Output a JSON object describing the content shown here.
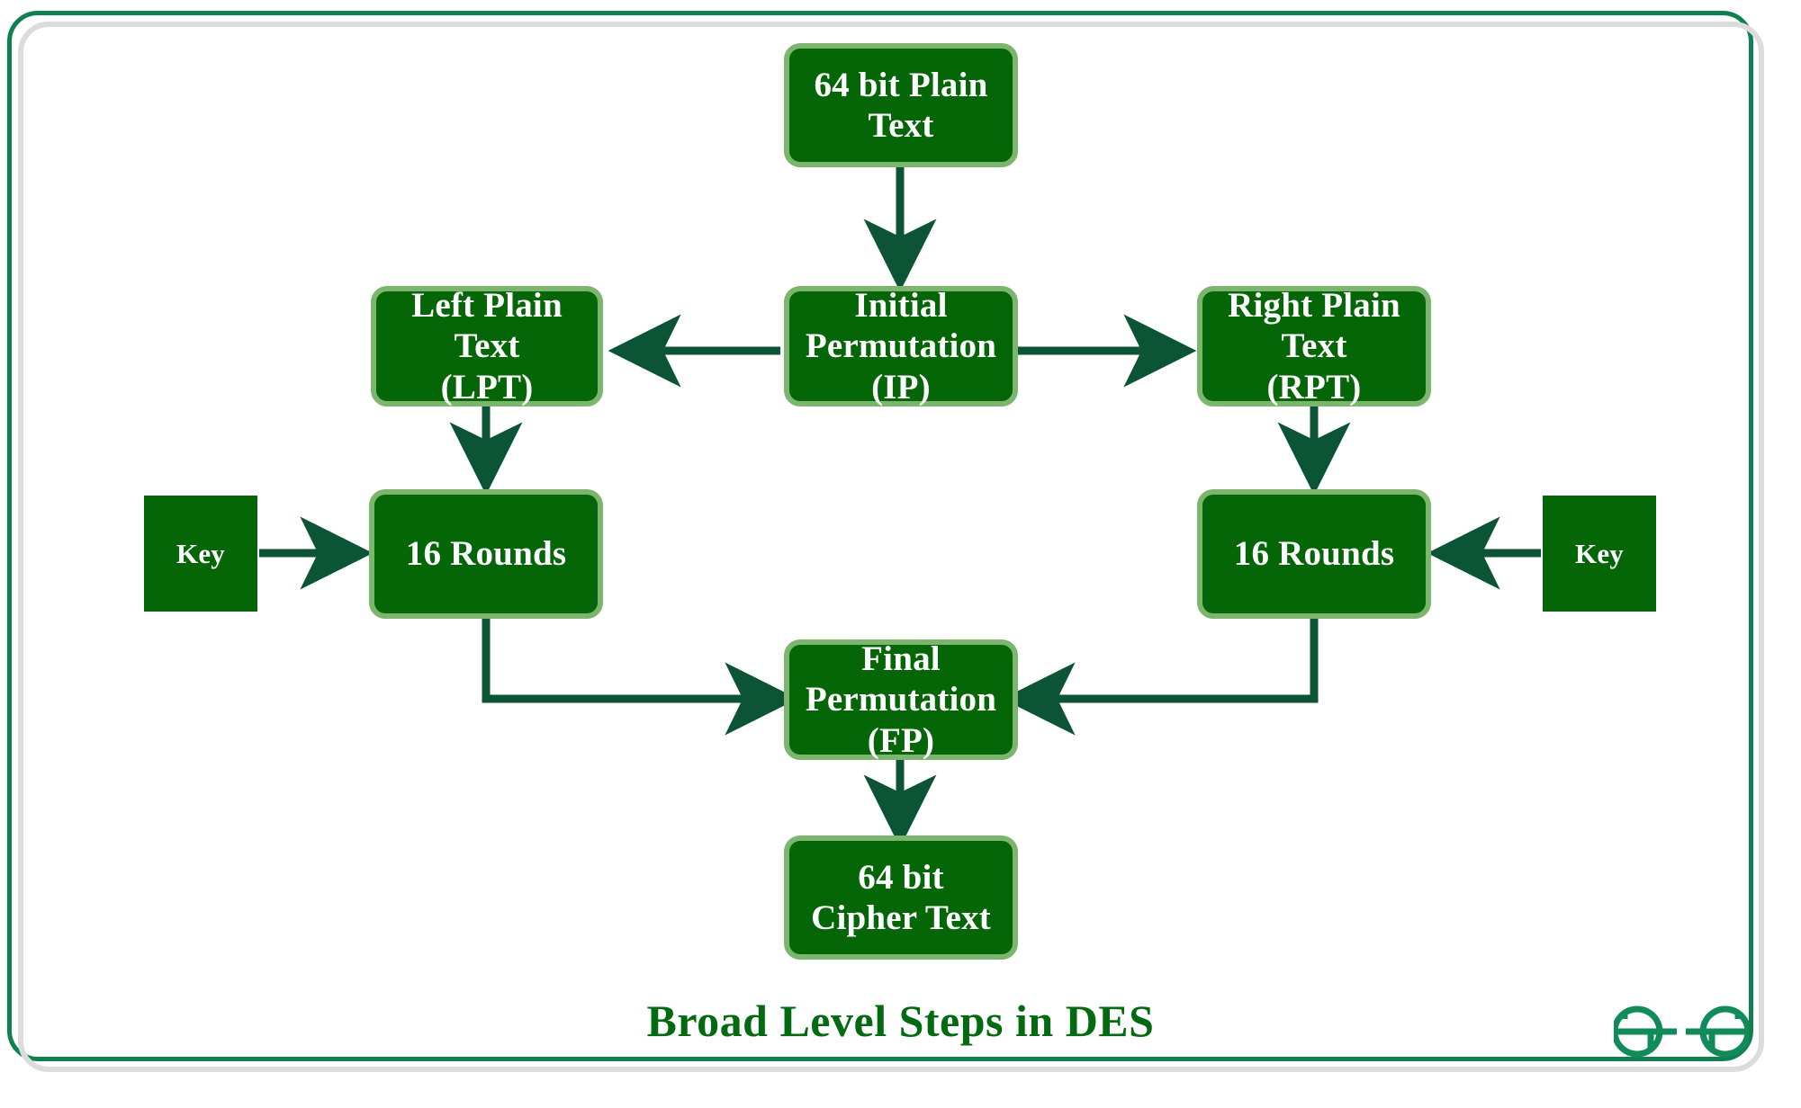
{
  "diagram": {
    "title": "Broad Level Steps in DES",
    "accent_color": "#056608",
    "node_border_color": "#7cb56e",
    "arrow_color": "#0b5536",
    "caption_color": "#046a11",
    "frame_green": "#0f8050",
    "frame_gray": "#dcdcdc",
    "logo_color": "#128b5b",
    "logo_name": "geeksforgeeks-logo",
    "nodes": [
      {
        "id": "plaintext",
        "label": "64 bit Plain\nText",
        "shape": "rounded"
      },
      {
        "id": "ip",
        "label": "Initial\nPermutation\n(IP)",
        "shape": "rounded"
      },
      {
        "id": "lpt",
        "label": "Left Plain\nText\n(LPT)",
        "shape": "rounded"
      },
      {
        "id": "rpt",
        "label": "Right Plain\nText\n(RPT)",
        "shape": "rounded"
      },
      {
        "id": "rounds_left",
        "label": "16 Rounds",
        "shape": "rounded"
      },
      {
        "id": "rounds_right",
        "label": "16 Rounds",
        "shape": "rounded"
      },
      {
        "id": "key_left",
        "label": "Key",
        "shape": "plain"
      },
      {
        "id": "key_right",
        "label": "Key",
        "shape": "plain"
      },
      {
        "id": "fp",
        "label": "Final\nPermutation\n(FP)",
        "shape": "rounded"
      },
      {
        "id": "ciphertext",
        "label": "64 bit\nCipher Text",
        "shape": "rounded"
      }
    ],
    "edges": [
      {
        "from": "plaintext",
        "to": "ip",
        "kind": "straight-down"
      },
      {
        "from": "ip",
        "to": "lpt",
        "kind": "straight-left"
      },
      {
        "from": "ip",
        "to": "rpt",
        "kind": "straight-right"
      },
      {
        "from": "lpt",
        "to": "rounds_left",
        "kind": "straight-down"
      },
      {
        "from": "rpt",
        "to": "rounds_right",
        "kind": "straight-down"
      },
      {
        "from": "key_left",
        "to": "rounds_left",
        "kind": "straight-right"
      },
      {
        "from": "key_right",
        "to": "rounds_right",
        "kind": "straight-left"
      },
      {
        "from": "rounds_left",
        "to": "fp",
        "kind": "elbow-down-right"
      },
      {
        "from": "rounds_right",
        "to": "fp",
        "kind": "elbow-down-left"
      },
      {
        "from": "fp",
        "to": "ciphertext",
        "kind": "straight-down"
      }
    ]
  }
}
